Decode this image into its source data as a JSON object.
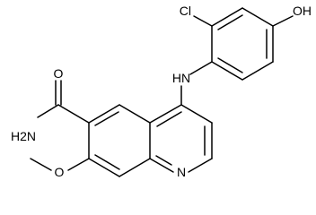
{
  "molecule": {
    "atoms": {
      "chloro": "Cl",
      "hydroxy": "OH",
      "amine": "HN",
      "amide_oxygen": "O",
      "amide_nitrogen": "H2N",
      "methoxy_oxygen": "O",
      "ring_nitrogen": "N"
    },
    "colors": {
      "line": "#000000",
      "background": "#ffffff"
    }
  }
}
